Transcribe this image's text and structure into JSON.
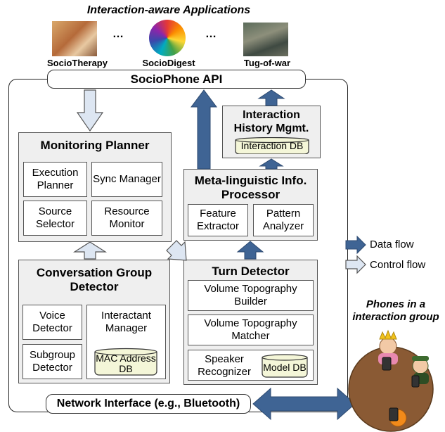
{
  "header": {
    "title": "Interaction-aware Applications"
  },
  "apps": [
    {
      "label": "SocioTherapy"
    },
    {
      "label": "SocioDigest"
    },
    {
      "label": "Tug-of-war"
    }
  ],
  "ellipsis": "…",
  "api": {
    "label": "SocioPhone API"
  },
  "history": {
    "title": "Interaction History Mgmt.",
    "db": "Interaction DB"
  },
  "monitoring": {
    "title": "Monitoring Planner",
    "items": [
      "Execution Planner",
      "Sync Manager",
      "Source Selector",
      "Resource Monitor"
    ]
  },
  "meta": {
    "title": "Meta-linguistic Info. Processor",
    "items": [
      "Feature Extractor",
      "Pattern Analyzer"
    ]
  },
  "conversation": {
    "title": "Conversation Group Detector",
    "voice": "Voice Detector",
    "subgroup": "Subgroup Detector",
    "interactant": "Interactant Manager",
    "db": "MAC Address DB"
  },
  "turn": {
    "title": "Turn Detector",
    "builder": "Volume Topography Builder",
    "matcher": "Volume Topography Matcher",
    "speaker": "Speaker Recognizer",
    "db": "Model DB"
  },
  "network": {
    "label": "Network Interface (e.g., Bluetooth)"
  },
  "legend": {
    "data_flow": "Data flow",
    "control_flow": "Control flow",
    "data_color": "#3f6494",
    "control_color": "#dde6f2"
  },
  "phones": {
    "title": "Phones in a interaction group"
  }
}
